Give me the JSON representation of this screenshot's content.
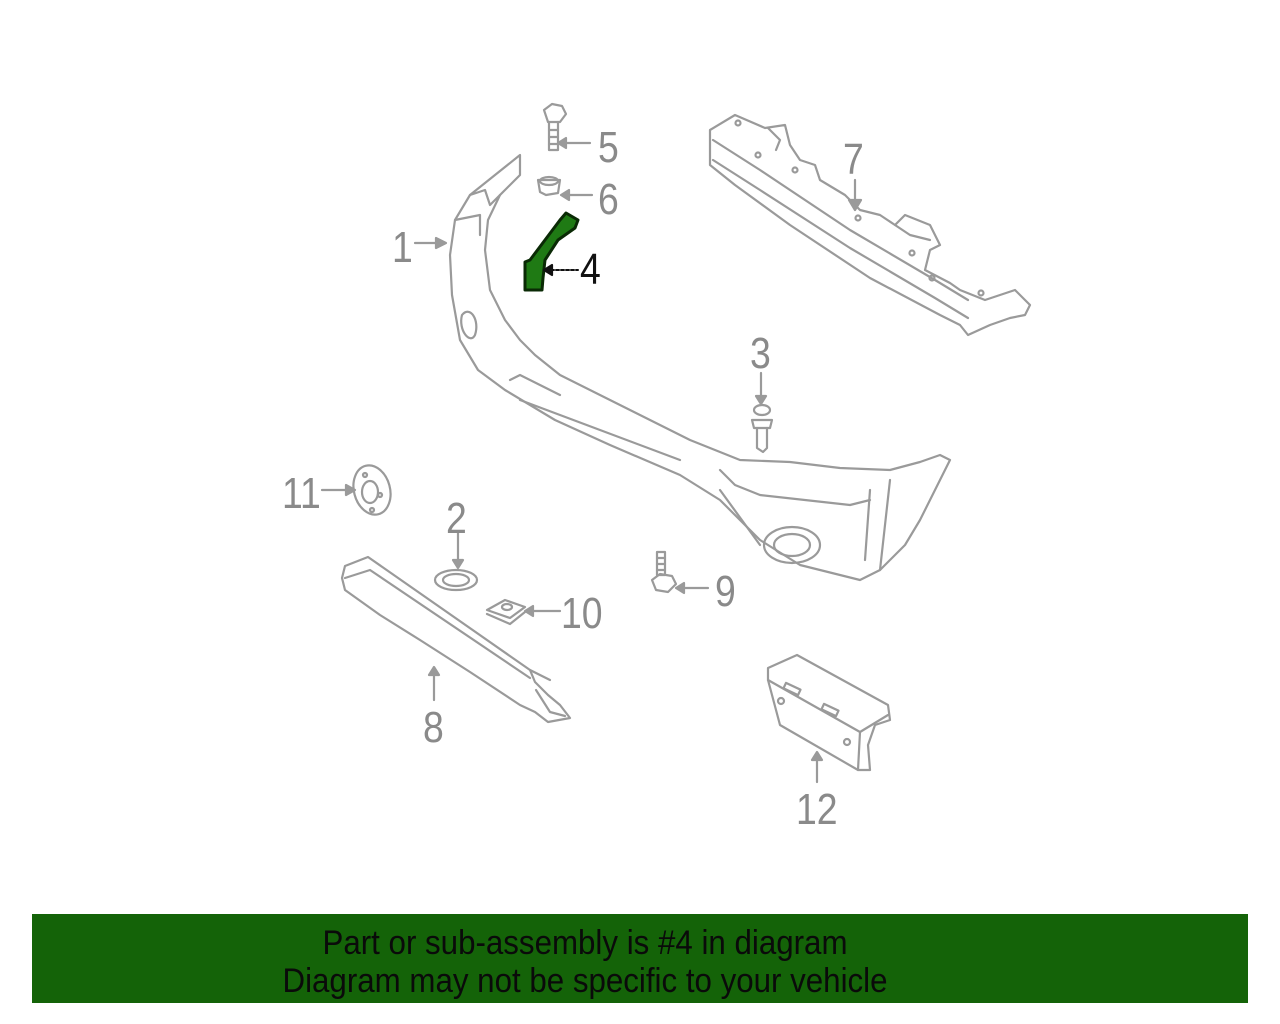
{
  "diagram": {
    "title": "Front bumper assembly exploded view",
    "highlight_color": "#1a6b10",
    "line_color": "#9a9a9a",
    "callouts": [
      {
        "num": "1",
        "part": "bumper-cover"
      },
      {
        "num": "2",
        "part": "washer-grommet"
      },
      {
        "num": "3",
        "part": "push-clip"
      },
      {
        "num": "4",
        "part": "bracket",
        "highlighted": true
      },
      {
        "num": "5",
        "part": "bolt"
      },
      {
        "num": "6",
        "part": "nut-clip"
      },
      {
        "num": "7",
        "part": "reinforcement-bar"
      },
      {
        "num": "8",
        "part": "lower-spoiler"
      },
      {
        "num": "9",
        "part": "bolt-flange"
      },
      {
        "num": "10",
        "part": "u-nut"
      },
      {
        "num": "11",
        "part": "retainer-washer"
      },
      {
        "num": "12",
        "part": "license-plate-bracket"
      }
    ]
  },
  "banner": {
    "line1": "Part or sub-assembly is #4 in diagram",
    "line2": "Diagram may not be specific to your vehicle",
    "background": "#146308"
  }
}
